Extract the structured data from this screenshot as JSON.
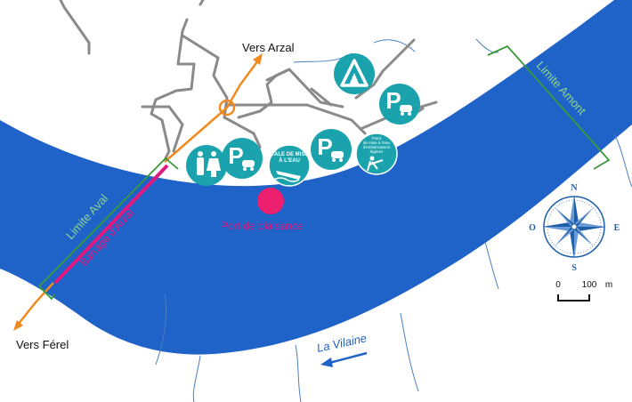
{
  "labels": {
    "vers_arzal": "Vers Arzal",
    "vers_ferel": "Vers Férel",
    "limite_aval": "Limite Aval",
    "limite_amont": "Limite Amont",
    "barrage": "Barrage d'Arzal",
    "port": "Port de plaisance",
    "river": "La Vilaine",
    "scale_zero": "0",
    "scale_value": "100",
    "scale_unit": "m"
  },
  "compass": {
    "n": "N",
    "s": "S",
    "e": "E",
    "w": "O"
  },
  "pictograms": {
    "cale_line1": "CALE DE MISE",
    "cale_line2": "À L'EAU",
    "point_line1": "Point",
    "point_line2": "de mise à l'eau",
    "point_line3": "d'embarcations",
    "point_line4": "légères",
    "parking_letter": "P"
  },
  "icons": [
    "camping-icon",
    "parking-icon",
    "toilets-icon",
    "boat-ramp-icon",
    "light-craft-launch-icon",
    "compass-rose-icon"
  ],
  "colors": {
    "water": "#1f62c8",
    "road": "#8a8a8a",
    "route": "#f08a1e",
    "limit": "#3a9a3a",
    "dam": "#e2197f",
    "pictogram": "#1aa3ad",
    "stream": "#4a7fc0",
    "compass": "#1f5fa8"
  }
}
